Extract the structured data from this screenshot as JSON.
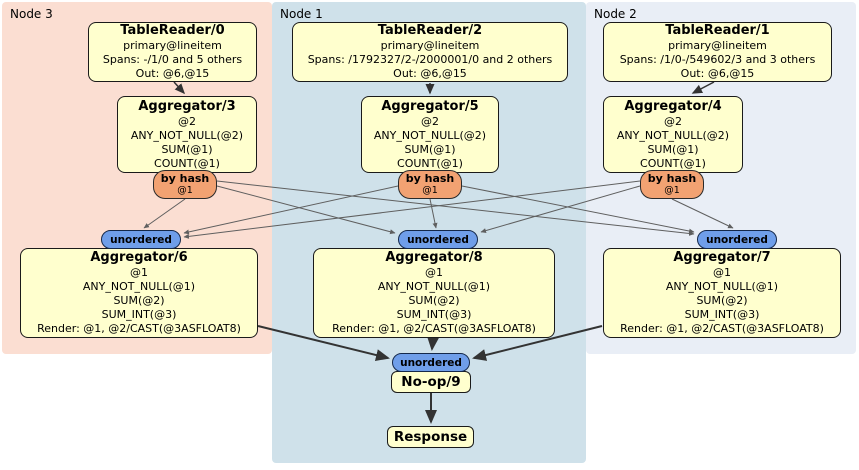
{
  "diagram": {
    "nodes": [
      {
        "label": "Node 3",
        "table_reader": {
          "title": "TableReader/0",
          "subtitle": "primary@lineitem",
          "spans": "Spans: -/1/0 and 5 others",
          "out": "Out: @6,@15"
        },
        "aggregator": {
          "title": "Aggregator/3",
          "lines": [
            "@2",
            "ANY_NOT_NULL(@2)",
            "SUM(@1)",
            "COUNT(@1)"
          ]
        },
        "router": {
          "label": "by hash",
          "key": "@1"
        },
        "stream": {
          "label": "unordered"
        },
        "final_aggregator": {
          "title": "Aggregator/6",
          "lines": [
            "@1",
            "ANY_NOT_NULL(@1)",
            "SUM(@2)",
            "SUM_INT(@3)",
            "Render: @1, @2/CAST(@3ASFLOAT8)"
          ]
        }
      },
      {
        "label": "Node 1",
        "table_reader": {
          "title": "TableReader/2",
          "subtitle": "primary@lineitem",
          "spans": "Spans: /1792327/2-/2000001/0 and 2 others",
          "out": "Out: @6,@15"
        },
        "aggregator": {
          "title": "Aggregator/5",
          "lines": [
            "@2",
            "ANY_NOT_NULL(@2)",
            "SUM(@1)",
            "COUNT(@1)"
          ]
        },
        "router": {
          "label": "by hash",
          "key": "@1"
        },
        "stream": {
          "label": "unordered"
        },
        "final_aggregator": {
          "title": "Aggregator/8",
          "lines": [
            "@1",
            "ANY_NOT_NULL(@1)",
            "SUM(@2)",
            "SUM_INT(@3)",
            "Render: @1, @2/CAST(@3ASFLOAT8)"
          ]
        }
      },
      {
        "label": "Node 2",
        "table_reader": {
          "title": "TableReader/1",
          "subtitle": "primary@lineitem",
          "spans": "Spans: /1/0-/549602/3 and 3 others",
          "out": "Out: @6,@15"
        },
        "aggregator": {
          "title": "Aggregator/4",
          "lines": [
            "@2",
            "ANY_NOT_NULL(@2)",
            "SUM(@1)",
            "COUNT(@1)"
          ]
        },
        "router": {
          "label": "by hash",
          "key": "@1"
        },
        "stream": {
          "label": "unordered"
        },
        "final_aggregator": {
          "title": "Aggregator/7",
          "lines": [
            "@1",
            "ANY_NOT_NULL(@1)",
            "SUM(@2)",
            "SUM_INT(@3)",
            "Render: @1, @2/CAST(@3ASFLOAT8)"
          ]
        }
      }
    ],
    "output": {
      "stream": {
        "label": "unordered"
      },
      "noop": {
        "title": "No-op/9"
      },
      "response": {
        "title": "Response"
      }
    },
    "colors": {
      "node3_bg": "#fbded2",
      "node1_bg": "#cfe1ea",
      "node2_bg": "#e9eef6",
      "box_fill": "#ffffce",
      "router_fill": "#f2a272",
      "stream_fill": "#6f9ee9",
      "edge_thin": "#5f5f5f",
      "edge_dark": "#333333"
    }
  }
}
